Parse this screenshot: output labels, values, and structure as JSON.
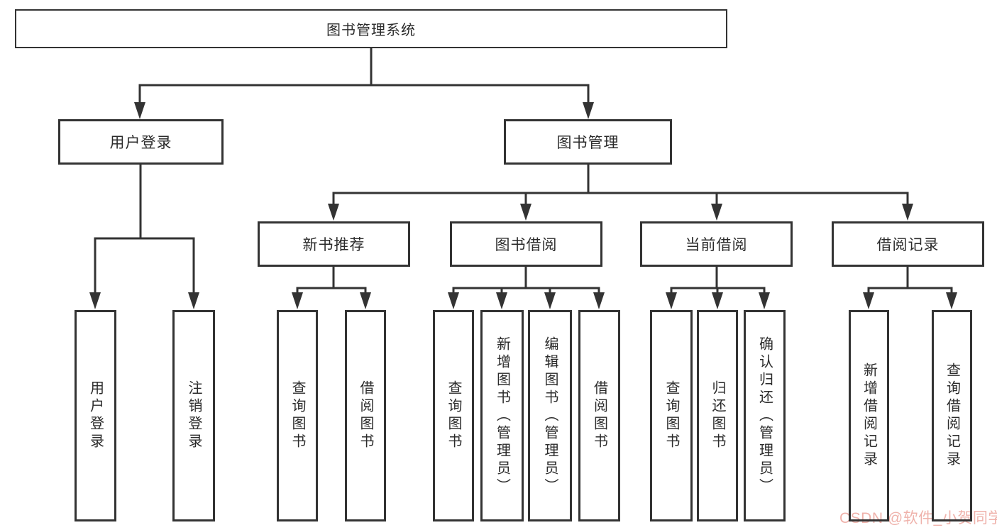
{
  "tree": {
    "label": "图书管理系统",
    "children": [
      {
        "label": "用户登录",
        "children": [
          {
            "label": "用户登录"
          },
          {
            "label": "注销登录"
          }
        ]
      },
      {
        "label": "图书管理",
        "children": [
          {
            "label": "新书推荐",
            "children": [
              {
                "label": "查询图书"
              },
              {
                "label": "借阅图书"
              }
            ]
          },
          {
            "label": "图书借阅",
            "children": [
              {
                "label": "查询图书"
              },
              {
                "label": "新增图书（管理员）"
              },
              {
                "label": "编辑图书（管理员）"
              },
              {
                "label": "借阅图书"
              }
            ]
          },
          {
            "label": "当前借阅",
            "children": [
              {
                "label": "查询图书"
              },
              {
                "label": "归还图书"
              },
              {
                "label": "确认归还（管理员）"
              }
            ]
          },
          {
            "label": "借阅记录",
            "children": [
              {
                "label": "新增借阅记录"
              },
              {
                "label": "查询借阅记录"
              }
            ]
          }
        ]
      }
    ]
  },
  "watermark": {
    "text": "CSDN @软件_小贺同学"
  },
  "colors": {
    "line": "#333333",
    "text": "#2b2b2b",
    "watermark": "#efb2ab",
    "background": "#ffffff"
  }
}
